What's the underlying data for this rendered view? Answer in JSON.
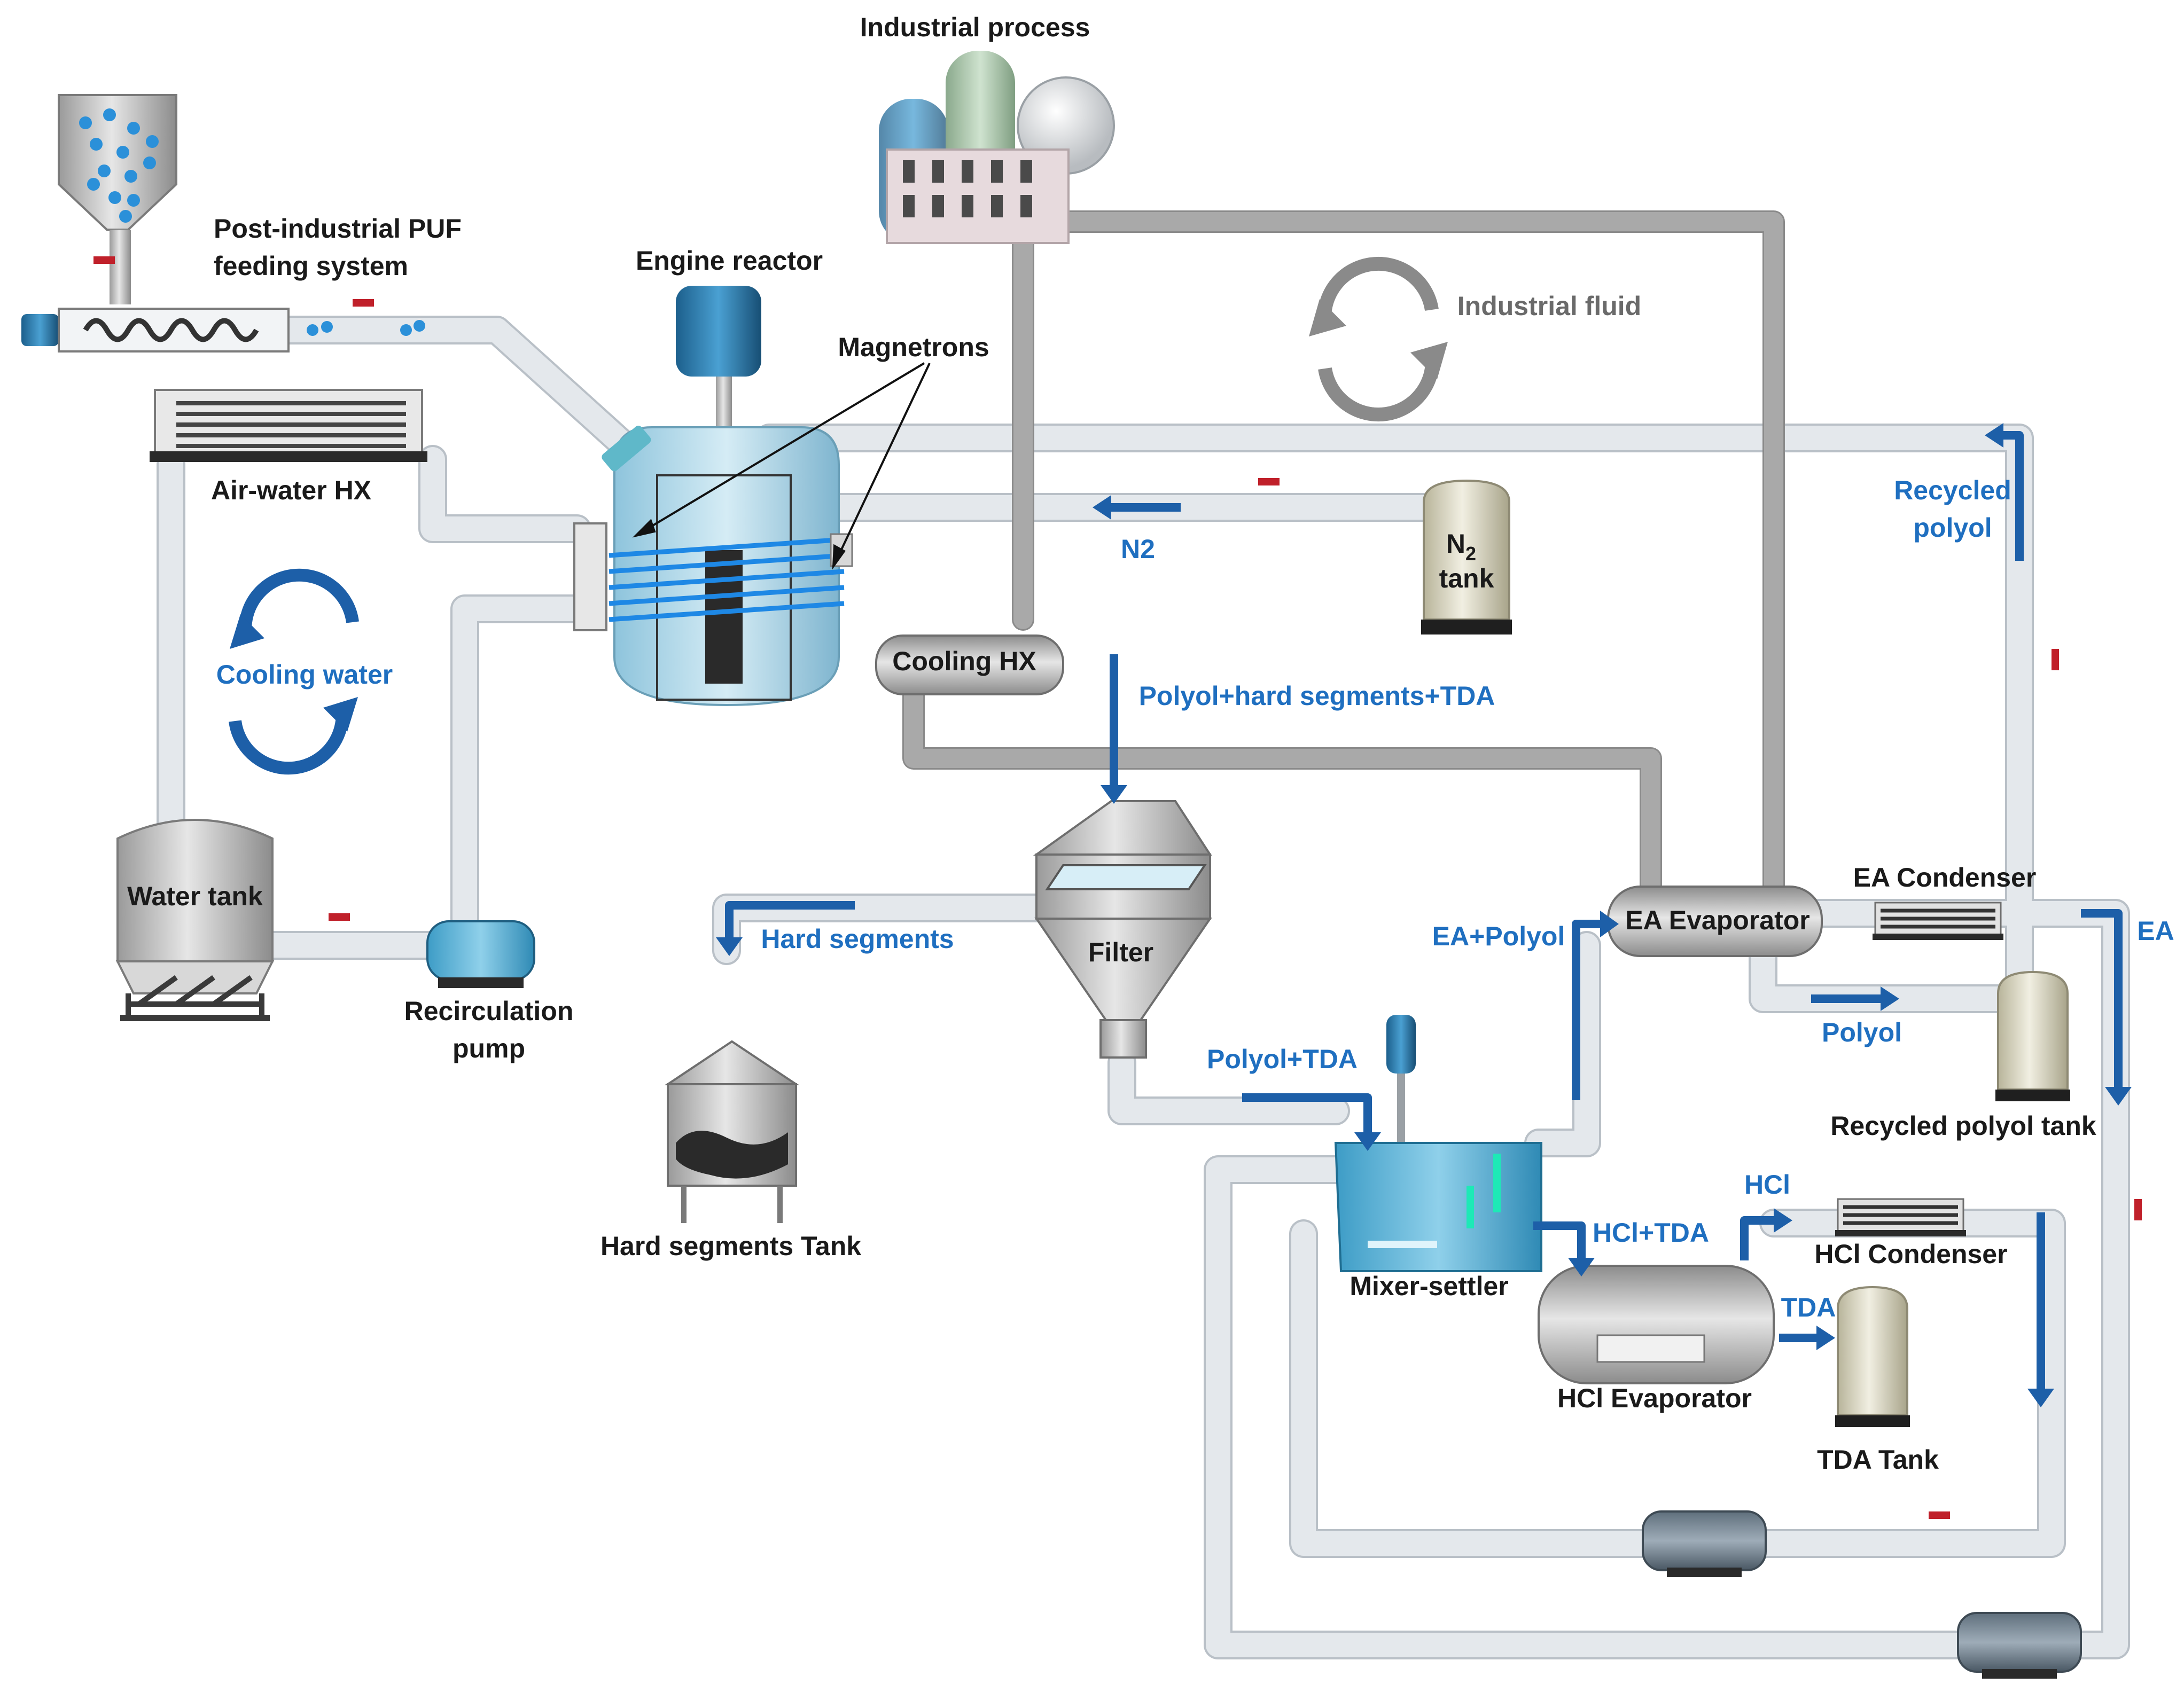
{
  "equipment": {
    "industrial_process": "Industrial process",
    "feeding_system_line1": "Post-industrial PUF",
    "feeding_system_line2": "feeding system",
    "engine_reactor": "Engine reactor",
    "magnetrons": "Magnetrons",
    "air_water_hx": "Air-water HX",
    "n2_tank_line1": "N",
    "n2_tank_sub": "2",
    "n2_tank_line2": "tank",
    "cooling_hx": "Cooling HX",
    "water_tank": "Water tank",
    "recirculation_pump_line1": "Recirculation",
    "recirculation_pump_line2": "pump",
    "filter": "Filter",
    "hard_segments_tank": "Hard segments Tank",
    "ea_evaporator": "EA Evaporator",
    "ea_condenser": "EA Condenser",
    "recycled_polyol_tank": "Recycled polyol tank",
    "mixer_settler": "Mixer-settler",
    "hcl_evaporator": "HCl Evaporator",
    "hcl_condenser": "HCl Condenser",
    "tda_tank": "TDA Tank"
  },
  "streams": {
    "industrial_fluid": "Industrial fluid",
    "cooling_water": "Cooling water",
    "n2": "N2",
    "polyol_hard_segments_tda": "Polyol+hard segments+TDA",
    "hard_segments": "Hard segments",
    "polyol_tda": "Polyol+TDA",
    "ea_polyol": "EA+Polyol",
    "polyol": "Polyol",
    "ea": "EA",
    "recycled_polyol_line1": "Recycled",
    "recycled_polyol_line2": "polyol",
    "hcl": "HCl",
    "hcl_tda": "HCl+TDA",
    "tda": "TDA"
  },
  "colors": {
    "flow_arrow": "#1d5fa8",
    "stream_label": "#1f6fc0",
    "equipment_label": "#1a1a1a",
    "industrial_fluid_label": "#6a6a6a",
    "valve": "#c0202a"
  }
}
